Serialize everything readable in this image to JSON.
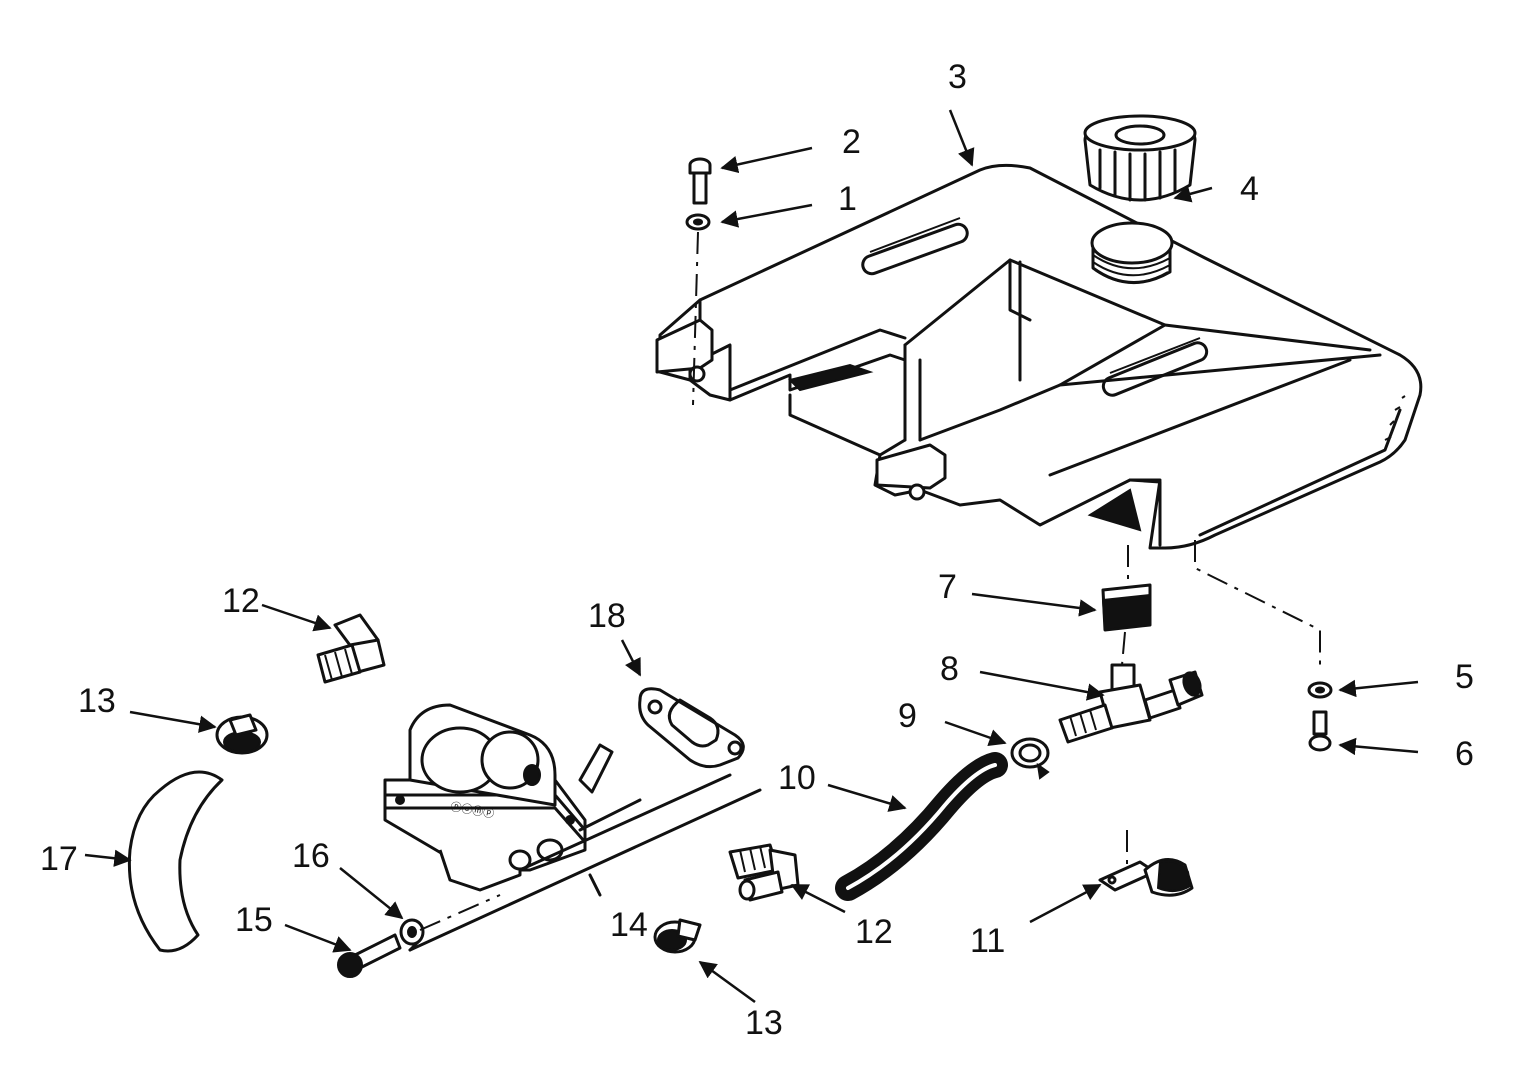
{
  "callouts": [
    {
      "id": "c1",
      "label": "1"
    },
    {
      "id": "c2",
      "label": "2"
    },
    {
      "id": "c3",
      "label": "3"
    },
    {
      "id": "c4",
      "label": "4"
    },
    {
      "id": "c5",
      "label": "5"
    },
    {
      "id": "c6",
      "label": "6"
    },
    {
      "id": "c7",
      "label": "7"
    },
    {
      "id": "c8",
      "label": "8"
    },
    {
      "id": "c9",
      "label": "9"
    },
    {
      "id": "c10",
      "label": "10"
    },
    {
      "id": "c11",
      "label": "11"
    },
    {
      "id": "c12a",
      "label": "12"
    },
    {
      "id": "c12b",
      "label": "12"
    },
    {
      "id": "c13a",
      "label": "13"
    },
    {
      "id": "c13b",
      "label": "13"
    },
    {
      "id": "c14",
      "label": "14"
    },
    {
      "id": "c15",
      "label": "15"
    },
    {
      "id": "c16",
      "label": "16"
    },
    {
      "id": "c17",
      "label": "17"
    },
    {
      "id": "c18",
      "label": "18"
    }
  ],
  "colors": {
    "ink": "#111111",
    "paper": "#ffffff"
  }
}
